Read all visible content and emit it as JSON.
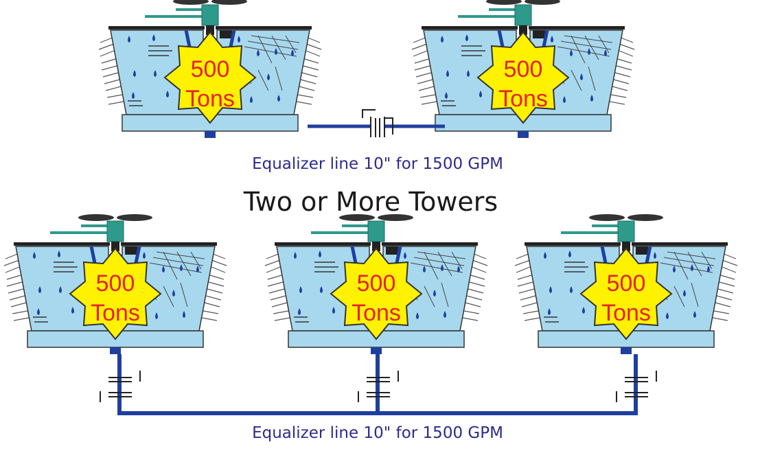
{
  "caption_top": "Equalizer line 10\" for 1500 GPM",
  "section_title": "Two or More Towers",
  "caption_bottom": "Equalizer line 10\" for 1500 GPM",
  "tower_label_value": "500",
  "tower_label_unit": "Tons",
  "colors": {
    "pipe": "#1f3fa0",
    "water": "#a8d8ee",
    "basin": "#a8d8ee",
    "badge_fill": "#fff200",
    "badge_text": "#e8202a",
    "drop": "#1f3fa0",
    "fan": "#333333",
    "deck": "#2e9a8c",
    "caption": "#2b2b8c"
  }
}
